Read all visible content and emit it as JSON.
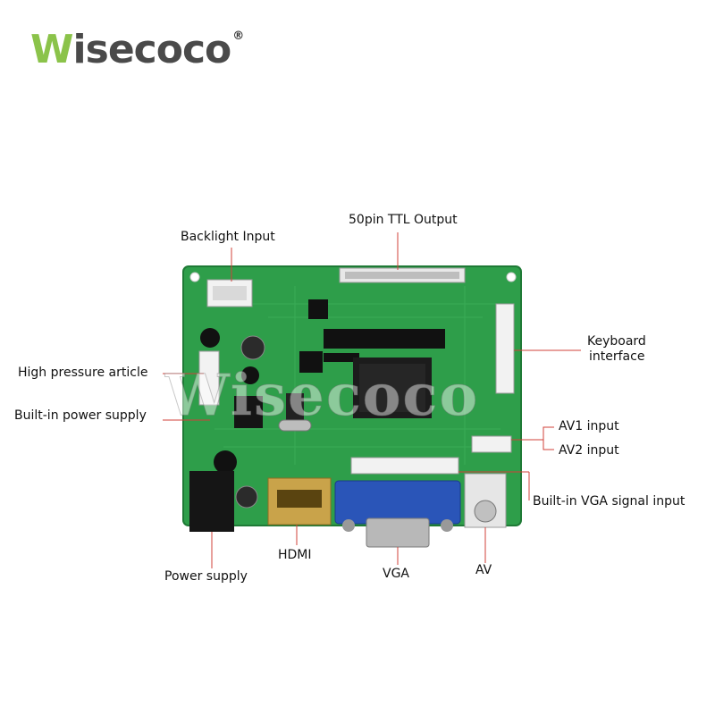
{
  "brand": {
    "logo_first": "W",
    "logo_rest": "isecoco",
    "registered": "®",
    "watermark": "Wisecoco"
  },
  "labels": {
    "ttl_output": "50pin TTL Output",
    "backlight": "Backlight Input",
    "keyboard_line1": "Keyboard",
    "keyboard_line2": "interface",
    "high_pressure": "High pressure article",
    "builtin_power": "Built-in power supply",
    "av1": "AV1 input",
    "av2": "AV2 input",
    "builtin_vga": "Built-in VGA signal input",
    "hdmi": "HDMI",
    "vga": "VGA",
    "av": "AV",
    "power_supply": "Power supply"
  },
  "colors": {
    "pcb": "#2e9e4a",
    "pcb_dark": "#1f7a36",
    "vga": "#2a55b8",
    "hdmi": "#c9a34a",
    "chip": "#1c1c1c",
    "leader_line": "#d0403a"
  }
}
